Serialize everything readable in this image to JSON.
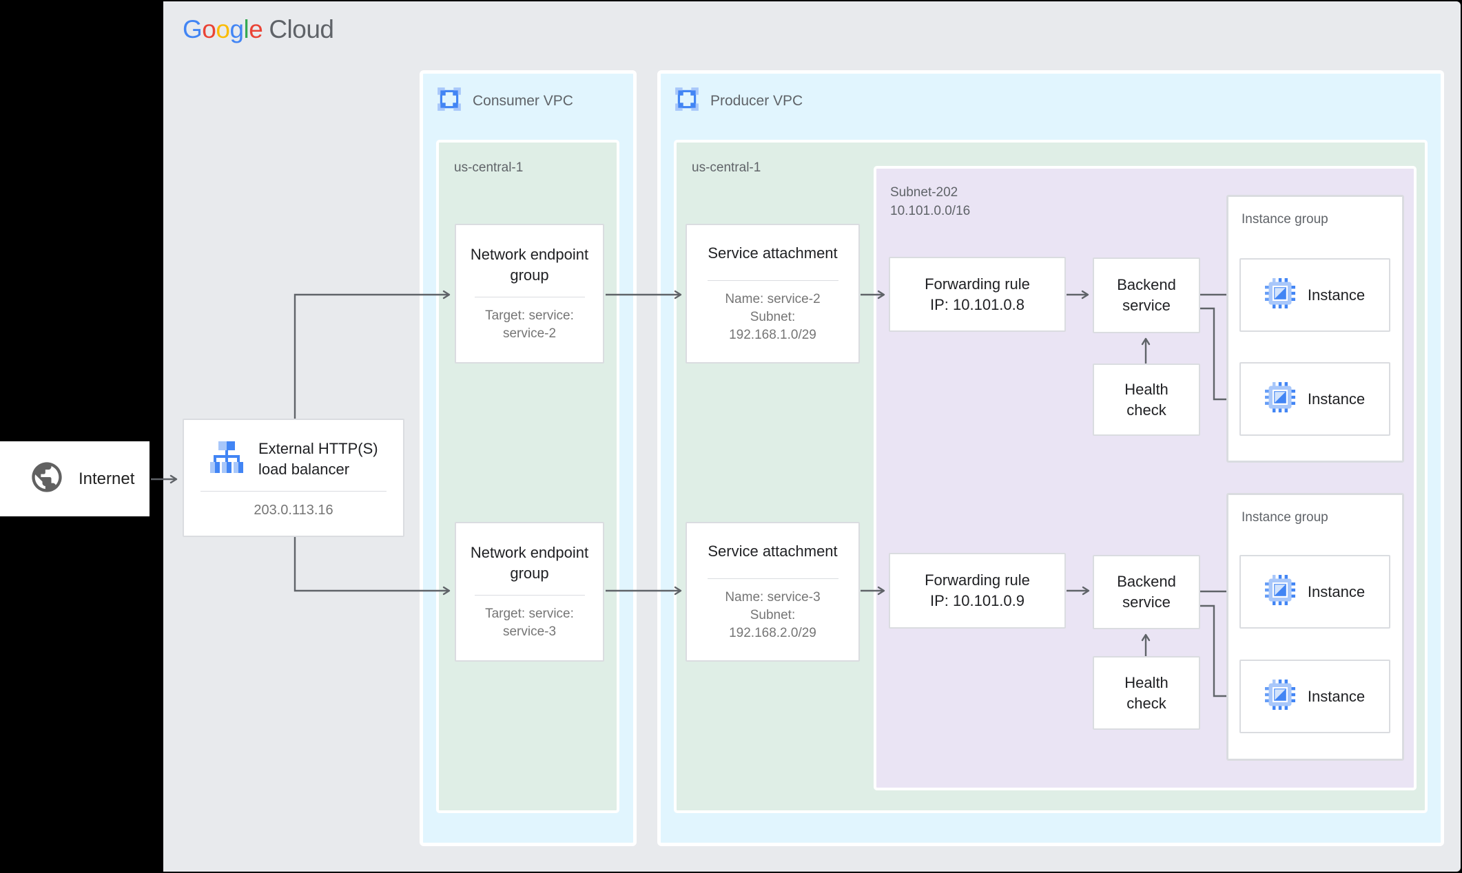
{
  "logo": {
    "google_letters": [
      "G",
      "o",
      "o",
      "g",
      "l",
      "e"
    ],
    "cloud": "Cloud"
  },
  "internet": {
    "label": "Internet"
  },
  "load_balancer": {
    "title": "External HTTP(S) load balancer",
    "ip": "203.0.113.16"
  },
  "consumer_vpc": {
    "label": "Consumer VPC",
    "region_label": "us-central-1",
    "neg_top": {
      "title": "Network endpoint group",
      "target_line1": "Target: service:",
      "target_line2": "service-2"
    },
    "neg_bottom": {
      "title": "Network endpoint group",
      "target_line1": "Target: service:",
      "target_line2": "service-3"
    }
  },
  "producer_vpc": {
    "label": "Producer VPC",
    "region_label": "us-central-1",
    "sa_top": {
      "title": "Service attachment",
      "name": "Name: service-2",
      "subnet_label": "Subnet:",
      "subnet_cidr": "192.168.1.0/29"
    },
    "sa_bottom": {
      "title": "Service attachment",
      "name": "Name: service-3",
      "subnet_label": "Subnet:",
      "subnet_cidr": "192.168.2.0/29"
    },
    "subnet": {
      "name": "Subnet-202",
      "cidr": "10.101.0.0/16",
      "fr_top": {
        "line1": "Forwarding rule",
        "line2": "IP: 10.101.0.8"
      },
      "fr_bottom": {
        "line1": "Forwarding rule",
        "line2": "IP: 10.101.0.9"
      },
      "be_top_label": "Backend service",
      "be_bottom_label": "Backend service",
      "hc_top_label": "Health check",
      "hc_bottom_label": "Health check",
      "ig_top": {
        "label": "Instance group",
        "instances": [
          "Instance",
          "Instance"
        ]
      },
      "ig_bottom": {
        "label": "Instance group",
        "instances": [
          "Instance",
          "Instance"
        ]
      }
    }
  },
  "palette": {
    "canvas": "#E8EAED",
    "vpc_fill": "#E1F5FE",
    "region_fill": "#DFEEE6",
    "subnet_fill": "#EAE4F4",
    "node_border": "#DADCE0",
    "arrow": "#5F6368",
    "title_text": "#202124",
    "sub_text": "#757575",
    "brand_blue": "#4285F4",
    "brand_red": "#EA4335",
    "brand_yellow": "#FBBC04",
    "brand_green": "#34A853",
    "brand_light_blue": "#A8C7FA"
  }
}
